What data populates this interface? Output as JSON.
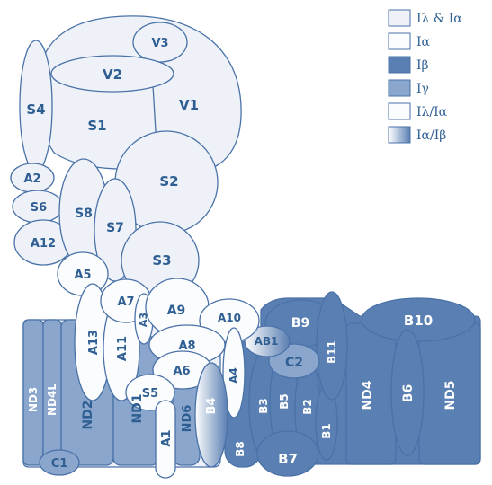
{
  "colors": {
    "outline": "#4a72a8",
    "light": "#eef2f8",
    "white": "#fbfcfe",
    "beta": "#5a7fb2",
    "gamma": "#8aa6cc",
    "gradient_start": "#ffffff",
    "gradient_end": "#5a7fb2",
    "label_dark": "#2f5f92",
    "label_light": "#ffffff"
  },
  "legend": [
    {
      "label": "Iλ & Iα",
      "fill": "light"
    },
    {
      "label": "Iα",
      "fill": "white"
    },
    {
      "label": "Iβ",
      "fill": "beta"
    },
    {
      "label": "Iγ",
      "fill": "gamma"
    },
    {
      "label": "Iλ/Iα",
      "fill": "white"
    },
    {
      "label": "Iα/Iβ",
      "fill": "gradient"
    }
  ],
  "subunits": {
    "V1": "V1",
    "V2": "V2",
    "V3": "V3",
    "S1": "S1",
    "S2": "S2",
    "S3": "S3",
    "S4": "S4",
    "S5": "S5",
    "S6": "S6",
    "S7": "S7",
    "S8": "S8",
    "A1": "A1",
    "A2": "A2",
    "A3": "A3",
    "A4": "A4",
    "A5": "A5",
    "A6": "A6",
    "A7": "A7",
    "A8": "A8",
    "A9": "A9",
    "A10": "A10",
    "A11": "A11",
    "A12": "A12",
    "A13": "A13",
    "AB1": "AB1",
    "B1": "B1",
    "B2": "B2",
    "B3": "B3",
    "B4": "B4",
    "B5": "B5",
    "B6": "B6",
    "B7": "B7",
    "B8": "B8",
    "B9": "B9",
    "B10": "B10",
    "B11": "B11",
    "C1": "C1",
    "C2": "C2",
    "ND1": "ND1",
    "ND2": "ND2",
    "ND3": "ND3",
    "ND4": "ND4",
    "ND4L": "ND4L",
    "ND5": "ND5",
    "ND6": "ND6"
  }
}
